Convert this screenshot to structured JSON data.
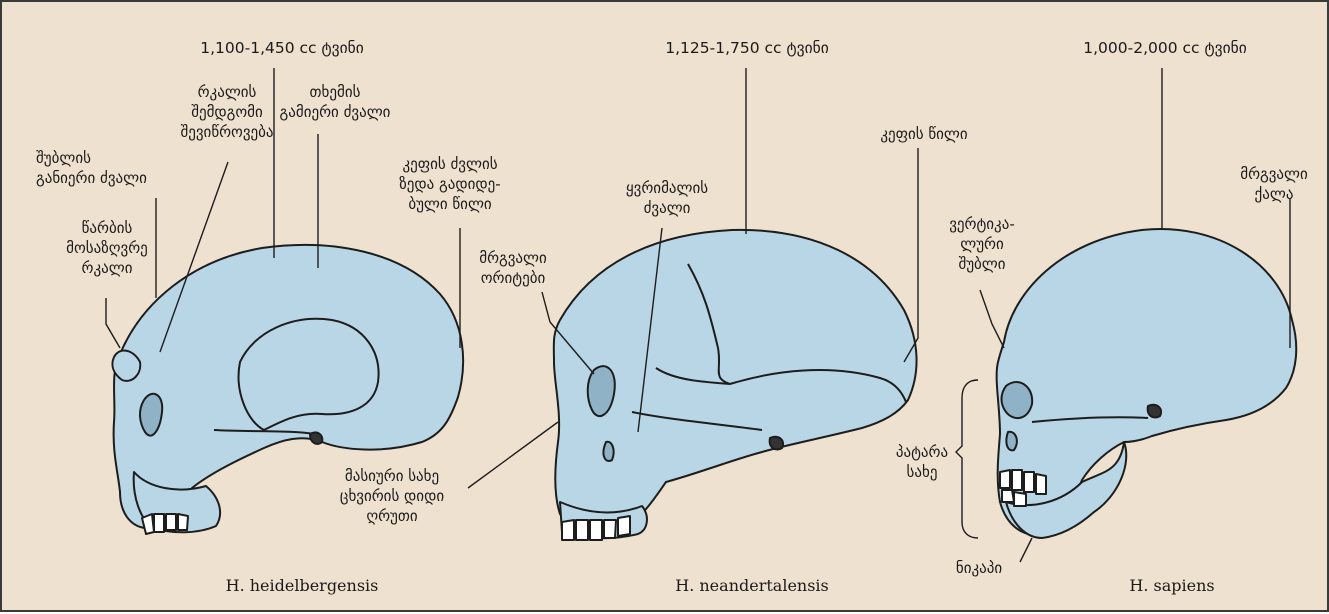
{
  "colors": {
    "bone": "#b9d6e6",
    "outline": "#1d1d1d",
    "background": "#efe1cf"
  },
  "heidelbergensis": {
    "name": "H. heidelbergensis",
    "volume": "1,100-1,450 cc ტვინი",
    "labels": {
      "postorbital": [
        "რკალის",
        "შემდგომი",
        "შევიწროვება"
      ],
      "parietal": [
        "თხემის",
        "გამიერი ძვალი"
      ],
      "frontal": [
        "შუბლის",
        "განიერი ძვალი"
      ],
      "occipital_torus": [
        "კეფის  ძვლის",
        "ზედა გადიდე-",
        "ბული წილი"
      ],
      "brow_ridge": [
        "წარბის",
        "მოსაზღვრე",
        "რკალი"
      ]
    }
  },
  "neandertalensis": {
    "name": "H. neandertalensis",
    "volume": "1,125-1,750 cc ტვინი",
    "labels": {
      "temporal": [
        "ყვრიმალის",
        "ძვალი"
      ],
      "orbits": [
        "მრგვალი",
        "ორიტები"
      ],
      "occipital": [
        "კეფის წილი"
      ],
      "face": [
        "მასიური სახე",
        "ცხვირის დიდი",
        "ღრუთი"
      ]
    }
  },
  "sapiens": {
    "name": "H. sapiens",
    "volume": "1,000-2,000 cc ტვინი",
    "labels": {
      "forehead": [
        "ვერტიკა-",
        "ლური",
        "შუბლი"
      ],
      "round_skull": [
        "მრგვალი",
        "ქალა"
      ],
      "small_face": [
        "პატარა",
        "სახე"
      ],
      "chin": [
        "ნიკაპი"
      ]
    }
  }
}
